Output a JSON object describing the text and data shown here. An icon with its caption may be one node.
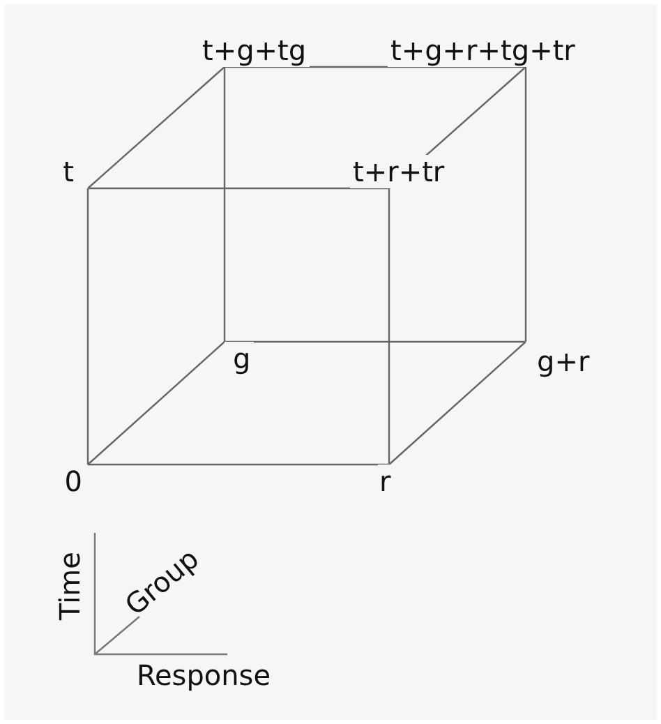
{
  "diagram": {
    "nodes": [
      {
        "text": [
          "t+g+tg"
        ]
      },
      {
        "text": [
          "t+g+r+tg+tr"
        ]
      },
      {
        "text": [
          "t"
        ]
      },
      {
        "text": [
          "t+r+tr"
        ]
      },
      {
        "text": [
          "g"
        ]
      },
      {
        "text": [
          "g+r"
        ]
      },
      {
        "text": [
          "0"
        ]
      },
      {
        "text": [
          "r"
        ]
      }
    ],
    "edges": [
      {
        "from": 2,
        "to": 0,
        "arrow": "none"
      },
      {
        "from": 0,
        "to": 1,
        "arrow": "none"
      },
      {
        "from": 2,
        "to": 3,
        "arrow": "none"
      },
      {
        "from": 3,
        "to": 1,
        "arrow": "none"
      },
      {
        "from": 2,
        "to": 6,
        "arrow": "none"
      },
      {
        "from": 3,
        "to": 7,
        "arrow": "none"
      },
      {
        "from": 0,
        "to": 4,
        "arrow": "none"
      },
      {
        "from": 1,
        "to": 5,
        "arrow": "none"
      },
      {
        "from": 6,
        "to": 7,
        "arrow": "none"
      },
      {
        "from": 6,
        "to": 4,
        "arrow": "none"
      },
      {
        "from": 4,
        "to": 5,
        "arrow": "none"
      },
      {
        "from": 7,
        "to": 5,
        "arrow": "none"
      }
    ],
    "labels": [
      "Time",
      "Group",
      "Response"
    ]
  }
}
